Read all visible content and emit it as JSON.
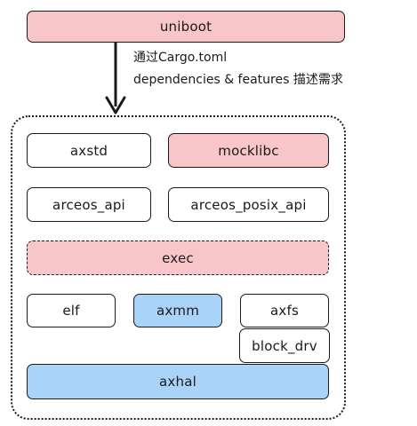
{
  "top": {
    "label": "uniboot",
    "color": "#f8c6c8"
  },
  "note": {
    "line1": "通过Cargo.toml",
    "line2": "dependencies & features 描述需求"
  },
  "components": {
    "axstd": "axstd",
    "mocklibc": "mocklibc",
    "arceos_api": "arceos_api",
    "arceos_posix_api": "arceos_posix_api",
    "exec": "exec",
    "elf": "elf",
    "axmm": "axmm",
    "axfs": "axfs",
    "block_drv": "block_drv",
    "axhal": "axhal"
  },
  "colors": {
    "pink": "#f8c6c8",
    "blue": "#a9d3f8",
    "outline": "#1a1a1a"
  }
}
